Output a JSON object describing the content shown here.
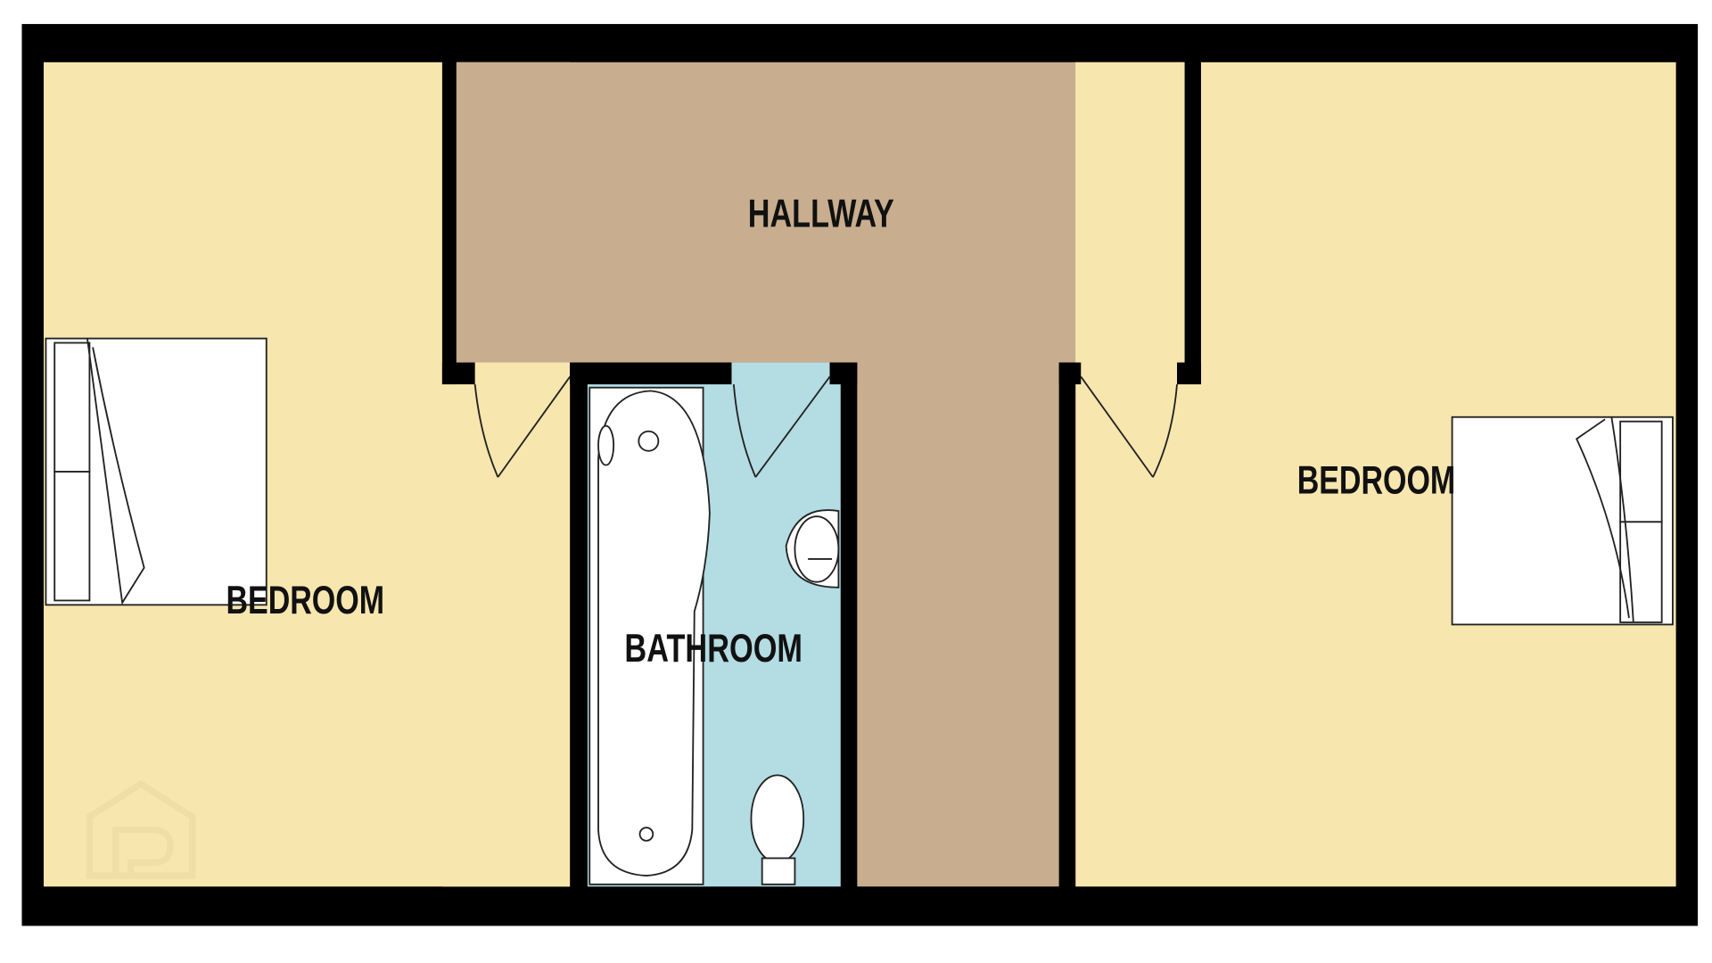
{
  "rooms": {
    "hallway": {
      "label": "HALLWAY"
    },
    "bedroom_left": {
      "label": "BEDROOM"
    },
    "bathroom": {
      "label": "BATHROOM"
    },
    "bedroom_right": {
      "label": "BEDROOM"
    }
  },
  "colors": {
    "wall": "#000000",
    "bedroom": "#F7E6AE",
    "hallway": "#C8AE8E",
    "bathroom": "#B3DCE3"
  },
  "watermark": {
    "letter": "P"
  }
}
